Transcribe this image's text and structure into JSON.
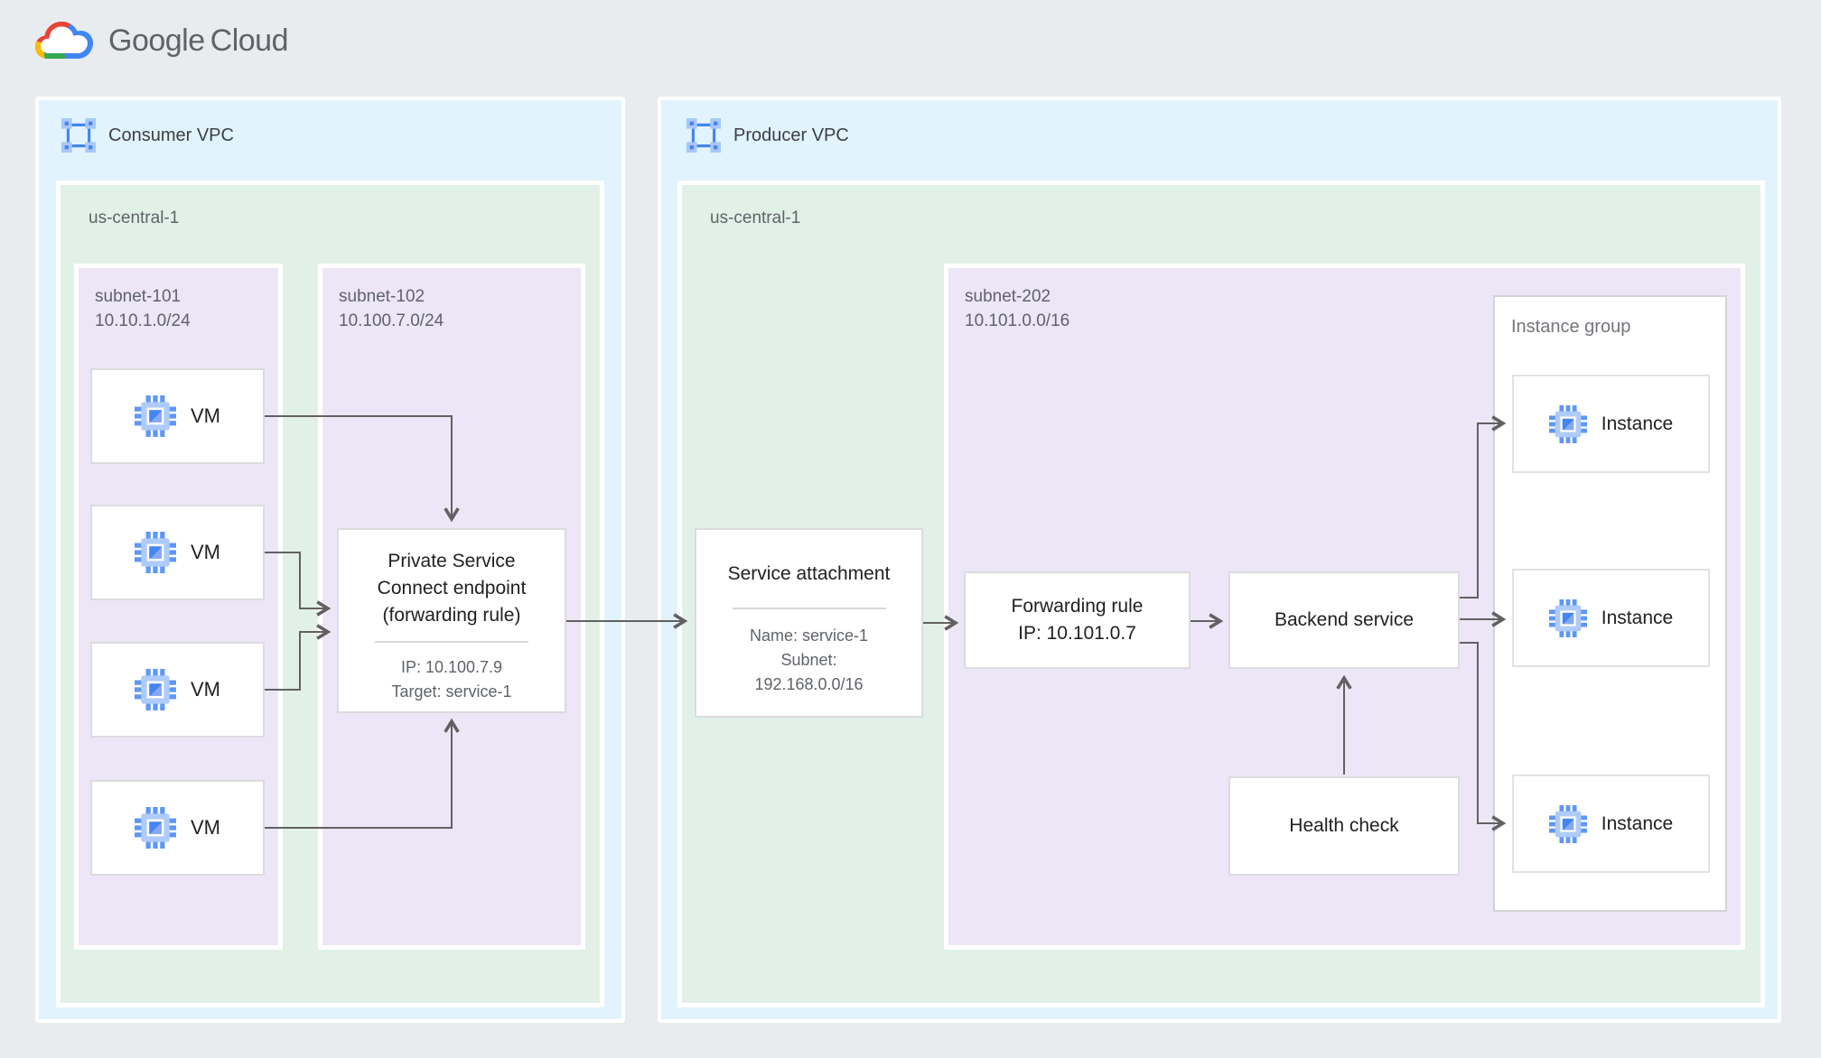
{
  "logo": {
    "google": "Google",
    "cloud": "Cloud"
  },
  "consumer_vpc": {
    "label": "Consumer VPC",
    "region": {
      "label": "us-central-1"
    },
    "subnet101": {
      "name": "subnet-101",
      "cidr": "10.10.1.0/24",
      "vms": [
        "VM",
        "VM",
        "VM",
        "VM"
      ]
    },
    "subnet102": {
      "name": "subnet-102",
      "cidr": "10.100.7.0/24",
      "psc_endpoint": {
        "title": "Private Service Connect endpoint (forwarding rule)",
        "ip": "IP: 10.100.7.9",
        "target": "Target: service-1"
      }
    }
  },
  "producer_vpc": {
    "label": "Producer VPC",
    "region": {
      "label": "us-central-1"
    },
    "service_attachment": {
      "title": "Service attachment",
      "name": "Name: service-1",
      "subnet_label": "Subnet:",
      "subnet_cidr": "192.168.0.0/16"
    },
    "subnet202": {
      "name": "subnet-202",
      "cidr": "10.101.0.0/16",
      "forwarding_rule": {
        "line1": "Forwarding rule",
        "line2": "IP: 10.101.0.7"
      },
      "backend_service": {
        "title": "Backend service"
      },
      "health_check": {
        "title": "Health check"
      },
      "instance_group": {
        "label": "Instance group",
        "instances": [
          "Instance",
          "Instance",
          "Instance"
        ]
      }
    }
  },
  "colors": {
    "logo_red": "#ea4335",
    "logo_yellow": "#fbbc04",
    "logo_green": "#34a853",
    "logo_blue": "#4285f4",
    "vpc_bg": "#e1f3fd",
    "region_bg": "#e2f1e8",
    "subnet_bg": "#ece6f6",
    "arrow": "#616161"
  }
}
